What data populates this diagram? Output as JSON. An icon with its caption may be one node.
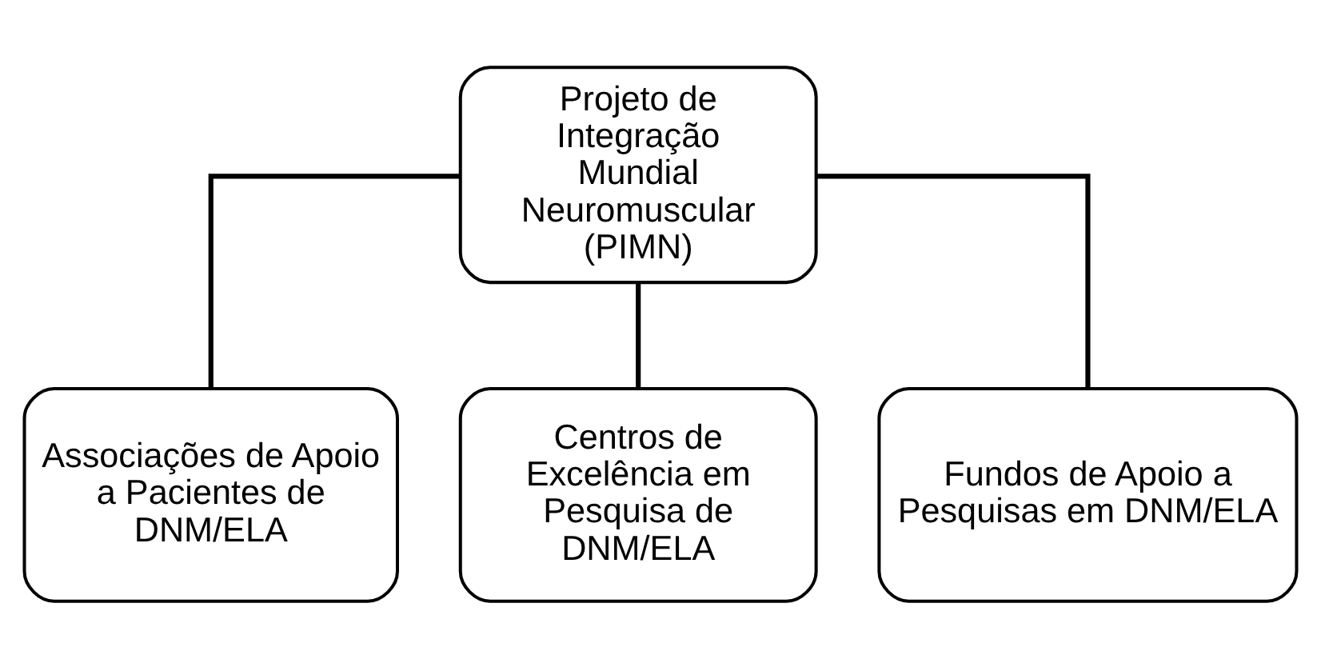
{
  "diagram": {
    "nodes": [
      {
        "text": [
          "Projeto de Integração Mundial Neuromuscular",
          "(PIMN)"
        ]
      },
      {
        "text": [
          "Associações de Apoio a Pacientes de DNM/ELA"
        ]
      },
      {
        "text": [
          "Centros de Excelência em Pesquisa de DNM/ELA"
        ]
      },
      {
        "text": [
          "Fundos de Apoio a Pesquisas em DNM/ELA"
        ]
      }
    ],
    "edges": [
      {
        "from": 0,
        "to": 1,
        "arrow": "none"
      },
      {
        "from": 0,
        "to": 2,
        "arrow": "none"
      },
      {
        "from": 0,
        "to": 3,
        "arrow": "none"
      }
    ]
  }
}
